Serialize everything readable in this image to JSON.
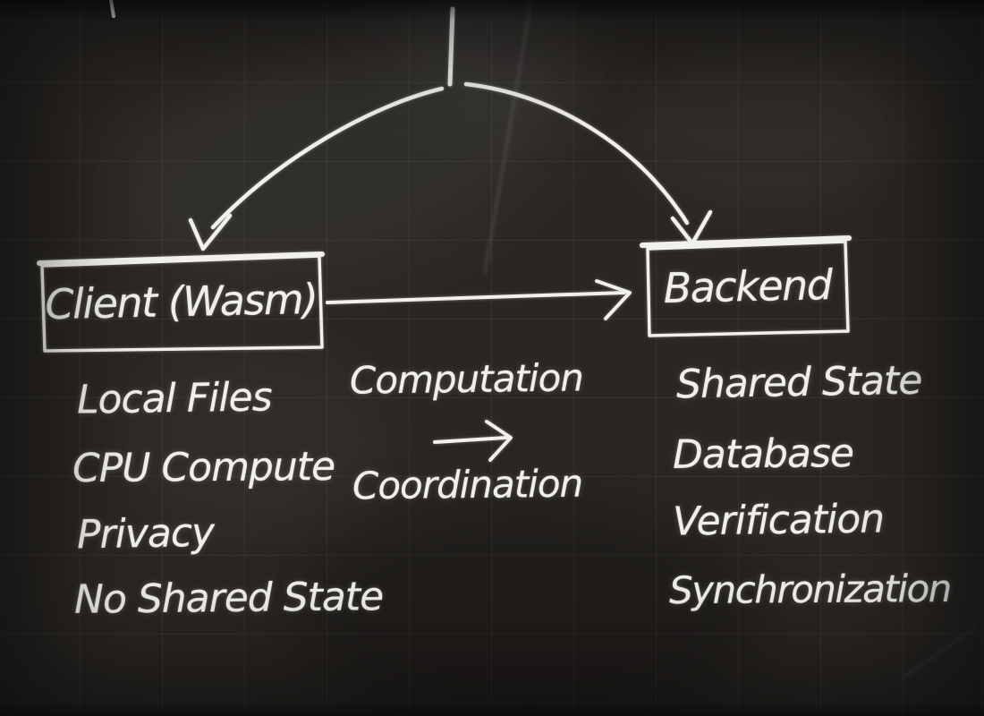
{
  "board": {
    "description": "Chalkboard architecture diagram",
    "bg_color": "#292623",
    "chalk_color": "#f1efeb",
    "grid_color": "rgba(255,255,255,0.05)"
  },
  "client": {
    "box_label": "Client (Wasm)",
    "items": [
      "Local Files",
      "CPU Compute",
      "Privacy",
      "No Shared State"
    ]
  },
  "backend": {
    "box_label": "Backend",
    "items": [
      "Shared State",
      "Database",
      "Verification",
      "Synchronization"
    ]
  },
  "flow": {
    "top_label": "Computation",
    "bottom_label": "Coordination",
    "arrow_glyph": "→"
  }
}
